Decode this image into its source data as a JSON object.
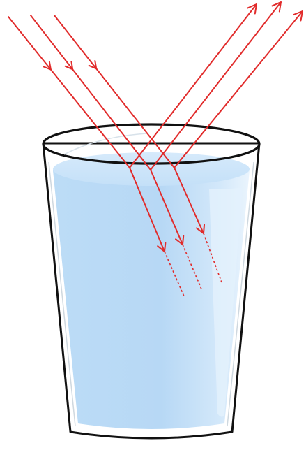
{
  "figure": {
    "subject": "glass-of-water",
    "phenomena": [
      "reflection",
      "refraction"
    ],
    "ray_count": 3
  },
  "colors": {
    "background": "#ffffff",
    "ray": "#e12b2b",
    "glass_outline": "#111111",
    "water_light": "#d9ecfb",
    "water_mid": "#b9daf6",
    "water_surface": "#cfe6fb",
    "glass_highlight": "#eaf4fc"
  },
  "icons": {
    "arrowhead": "red-chevron-arrowhead"
  }
}
